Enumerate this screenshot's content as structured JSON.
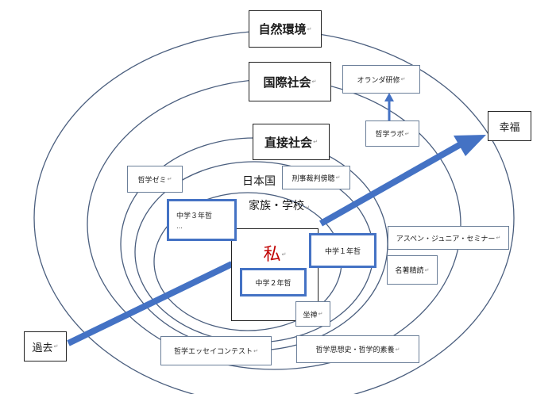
{
  "mark": "↵",
  "rings": {
    "nature": "自然環境",
    "international": "国際社会",
    "direct": "直接社会",
    "country": "日本国",
    "family": "家族・学校",
    "self": "私"
  },
  "activities": {
    "oranda": "オランダ研修",
    "lab": "哲学ラボ",
    "zemi": "哲学ゼミ",
    "keiji": "刑事裁判傍聴",
    "chu3": "中学３年哲",
    "chu3_more": "…",
    "chu1": "中学１年哲",
    "chu2": "中学２年哲",
    "aspen": "アスペン・ジュニア・セミナー",
    "meicho": "名著精読",
    "zazen": "坐禅",
    "essay": "哲学エッセイコンテスト",
    "shisoushi": "哲学思想史・哲学的素養"
  },
  "timeline": {
    "past": "過去",
    "happiness": "幸福"
  },
  "colors": {
    "arrow": "#4472c4",
    "ring": "#4a5e7e",
    "self": "#c00000"
  }
}
